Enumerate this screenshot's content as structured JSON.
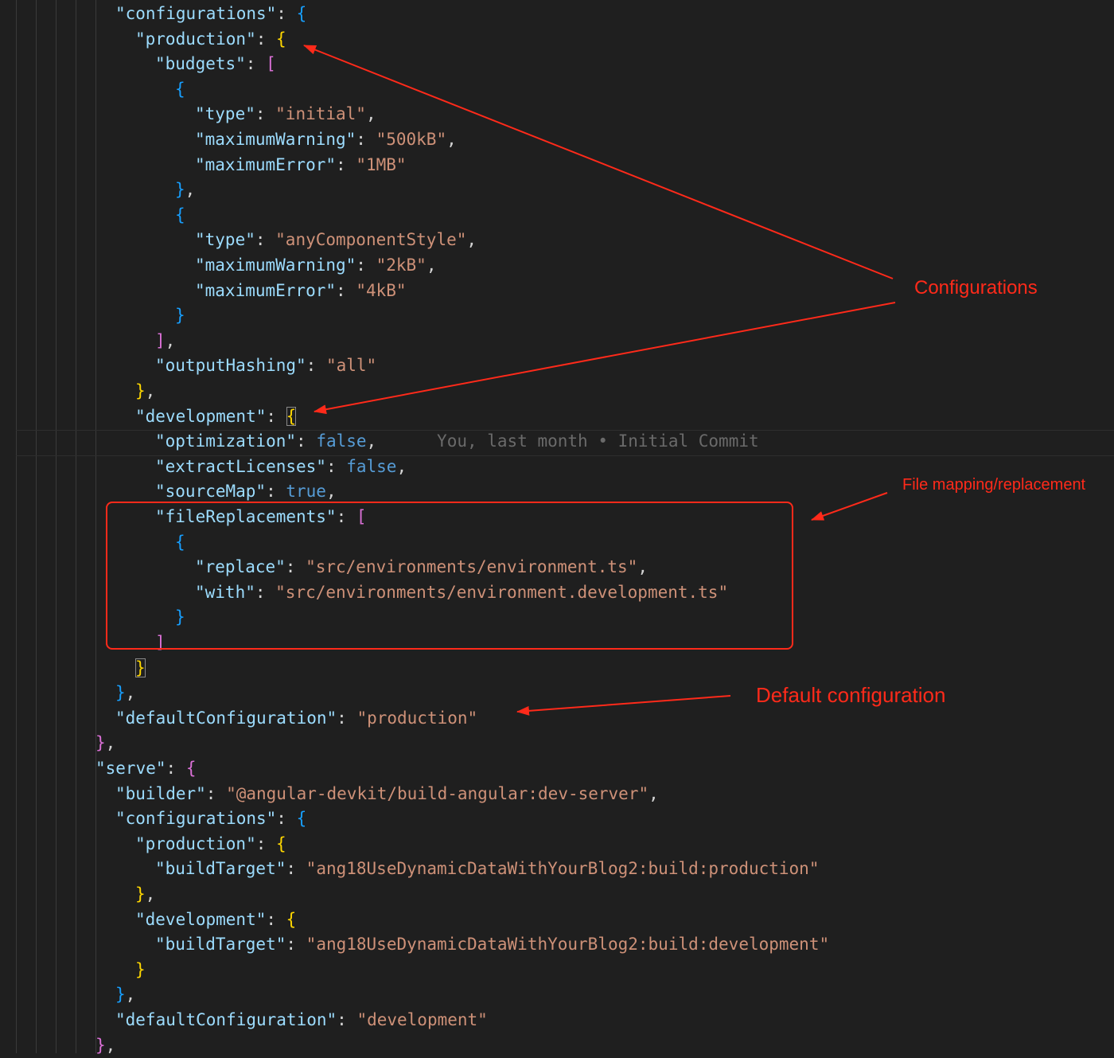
{
  "code_lines": [
    [
      {
        "t": "\"configurations\"",
        "c": "key"
      },
      {
        "t": ": ",
        "c": "p"
      },
      {
        "t": "{",
        "c": "b3"
      }
    ],
    [
      {
        "t": "\"production\"",
        "c": "key"
      },
      {
        "t": ": ",
        "c": "p"
      },
      {
        "t": "{",
        "c": "b1"
      }
    ],
    [
      {
        "t": "\"budgets\"",
        "c": "key"
      },
      {
        "t": ": ",
        "c": "p"
      },
      {
        "t": "[",
        "c": "b2"
      }
    ],
    [
      {
        "t": "{",
        "c": "b3"
      }
    ],
    [
      {
        "t": "\"type\"",
        "c": "key"
      },
      {
        "t": ": ",
        "c": "p"
      },
      {
        "t": "\"initial\"",
        "c": "str"
      },
      {
        "t": ",",
        "c": "p"
      }
    ],
    [
      {
        "t": "\"maximumWarning\"",
        "c": "key"
      },
      {
        "t": ": ",
        "c": "p"
      },
      {
        "t": "\"500kB\"",
        "c": "str"
      },
      {
        "t": ",",
        "c": "p"
      }
    ],
    [
      {
        "t": "\"maximumError\"",
        "c": "key"
      },
      {
        "t": ": ",
        "c": "p"
      },
      {
        "t": "\"1MB\"",
        "c": "str"
      }
    ],
    [
      {
        "t": "}",
        "c": "b3"
      },
      {
        "t": ",",
        "c": "p"
      }
    ],
    [
      {
        "t": "{",
        "c": "b3"
      }
    ],
    [
      {
        "t": "\"type\"",
        "c": "key"
      },
      {
        "t": ": ",
        "c": "p"
      },
      {
        "t": "\"anyComponentStyle\"",
        "c": "str"
      },
      {
        "t": ",",
        "c": "p"
      }
    ],
    [
      {
        "t": "\"maximumWarning\"",
        "c": "key"
      },
      {
        "t": ": ",
        "c": "p"
      },
      {
        "t": "\"2kB\"",
        "c": "str"
      },
      {
        "t": ",",
        "c": "p"
      }
    ],
    [
      {
        "t": "\"maximumError\"",
        "c": "key"
      },
      {
        "t": ": ",
        "c": "p"
      },
      {
        "t": "\"4kB\"",
        "c": "str"
      }
    ],
    [
      {
        "t": "}",
        "c": "b3"
      }
    ],
    [
      {
        "t": "]",
        "c": "b2"
      },
      {
        "t": ",",
        "c": "p"
      }
    ],
    [
      {
        "t": "\"outputHashing\"",
        "c": "key"
      },
      {
        "t": ": ",
        "c": "p"
      },
      {
        "t": "\"all\"",
        "c": "str"
      }
    ],
    [
      {
        "t": "}",
        "c": "b1"
      },
      {
        "t": ",",
        "c": "p"
      }
    ],
    [
      {
        "t": "\"development\"",
        "c": "key"
      },
      {
        "t": ": ",
        "c": "p"
      },
      {
        "t": "{",
        "c": "b1 hl"
      }
    ],
    [
      {
        "t": "\"optimization\"",
        "c": "key"
      },
      {
        "t": ": ",
        "c": "p"
      },
      {
        "t": "false",
        "c": "kw"
      },
      {
        "t": ",",
        "c": "p"
      },
      {
        "t": "      You, last month • Initial Commit",
        "c": "blame"
      }
    ],
    [
      {
        "t": "\"extractLicenses\"",
        "c": "key"
      },
      {
        "t": ": ",
        "c": "p"
      },
      {
        "t": "false",
        "c": "kw"
      },
      {
        "t": ",",
        "c": "p"
      }
    ],
    [
      {
        "t": "\"sourceMap\"",
        "c": "key"
      },
      {
        "t": ": ",
        "c": "p"
      },
      {
        "t": "true",
        "c": "kw"
      },
      {
        "t": ",",
        "c": "p"
      }
    ],
    [
      {
        "t": "\"fileReplacements\"",
        "c": "key"
      },
      {
        "t": ": ",
        "c": "p"
      },
      {
        "t": "[",
        "c": "b2"
      }
    ],
    [
      {
        "t": "{",
        "c": "b3"
      }
    ],
    [
      {
        "t": "\"replace\"",
        "c": "key"
      },
      {
        "t": ": ",
        "c": "p"
      },
      {
        "t": "\"src/environments/environment.ts\"",
        "c": "str"
      },
      {
        "t": ",",
        "c": "p"
      }
    ],
    [
      {
        "t": "\"with\"",
        "c": "key"
      },
      {
        "t": ": ",
        "c": "p"
      },
      {
        "t": "\"src/environments/environment.development.ts\"",
        "c": "str"
      }
    ],
    [
      {
        "t": "}",
        "c": "b3"
      }
    ],
    [
      {
        "t": "]",
        "c": "b2"
      }
    ],
    [
      {
        "t": "}",
        "c": "b1 hl"
      }
    ],
    [
      {
        "t": "}",
        "c": "b3"
      },
      {
        "t": ",",
        "c": "p"
      }
    ],
    [
      {
        "t": "\"defaultConfiguration\"",
        "c": "key"
      },
      {
        "t": ": ",
        "c": "p"
      },
      {
        "t": "\"production\"",
        "c": "str"
      }
    ],
    [
      {
        "t": "}",
        "c": "b2"
      },
      {
        "t": ",",
        "c": "p"
      }
    ],
    [
      {
        "t": "\"serve\"",
        "c": "key"
      },
      {
        "t": ": ",
        "c": "p"
      },
      {
        "t": "{",
        "c": "b2"
      }
    ],
    [
      {
        "t": "\"builder\"",
        "c": "key"
      },
      {
        "t": ": ",
        "c": "p"
      },
      {
        "t": "\"@angular-devkit/build-angular:dev-server\"",
        "c": "str"
      },
      {
        "t": ",",
        "c": "p"
      }
    ],
    [
      {
        "t": "\"configurations\"",
        "c": "key"
      },
      {
        "t": ": ",
        "c": "p"
      },
      {
        "t": "{",
        "c": "b3"
      }
    ],
    [
      {
        "t": "\"production\"",
        "c": "key"
      },
      {
        "t": ": ",
        "c": "p"
      },
      {
        "t": "{",
        "c": "b1"
      }
    ],
    [
      {
        "t": "\"buildTarget\"",
        "c": "key"
      },
      {
        "t": ": ",
        "c": "p"
      },
      {
        "t": "\"ang18UseDynamicDataWithYourBlog2:build:production\"",
        "c": "str"
      }
    ],
    [
      {
        "t": "}",
        "c": "b1"
      },
      {
        "t": ",",
        "c": "p"
      }
    ],
    [
      {
        "t": "\"development\"",
        "c": "key"
      },
      {
        "t": ": ",
        "c": "p"
      },
      {
        "t": "{",
        "c": "b1"
      }
    ],
    [
      {
        "t": "\"buildTarget\"",
        "c": "key"
      },
      {
        "t": ": ",
        "c": "p"
      },
      {
        "t": "\"ang18UseDynamicDataWithYourBlog2:build:development\"",
        "c": "str"
      }
    ],
    [
      {
        "t": "}",
        "c": "b1"
      }
    ],
    [
      {
        "t": "}",
        "c": "b3"
      },
      {
        "t": ",",
        "c": "p"
      }
    ],
    [
      {
        "t": "\"defaultConfiguration\"",
        "c": "key"
      },
      {
        "t": ": ",
        "c": "p"
      },
      {
        "t": "\"development\"",
        "c": "str"
      }
    ],
    [
      {
        "t": "}",
        "c": "b2"
      },
      {
        "t": ",",
        "c": "p"
      }
    ]
  ],
  "annotations": {
    "configurations": "Configurations",
    "file_mapping": "File mapping/replacement",
    "default_configuration": "Default configuration"
  },
  "colors": {
    "background": "#1f1f1f",
    "key": "#9cdcfe",
    "string": "#ce9178",
    "keyword": "#569cd6",
    "bracket_gold": "#ffd700",
    "bracket_orchid": "#da70d6",
    "bracket_blue": "#179fff",
    "annotation_red": "#ff2a1a"
  }
}
